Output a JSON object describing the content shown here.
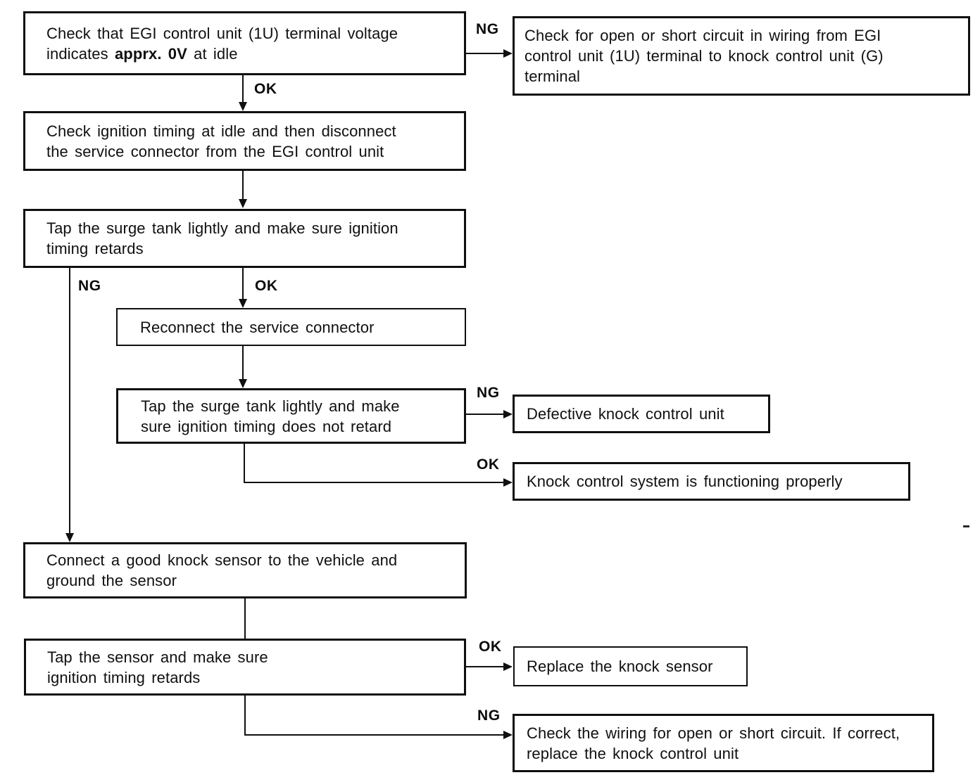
{
  "labels": {
    "ng": "NG",
    "ok": "OK"
  },
  "nodes": {
    "check_voltage": {
      "line1": "Check that EGI control unit (1U) terminal voltage",
      "line2_pre": "indicates ",
      "line2_bold": "apprx. 0V",
      "line2_post": " at idle"
    },
    "check_wiring_egi": {
      "line1": "Check for open or short circuit in wiring from EGI",
      "line2": "control unit (1U) terminal to knock control unit (G)",
      "line3": "terminal"
    },
    "check_ignition_timing": {
      "line1": "Check ignition timing at idle and then disconnect",
      "line2": "the service connector from the EGI control unit"
    },
    "tap_surge_retards": {
      "line1": "Tap the surge tank lightly and make sure ignition",
      "line2": "timing retards"
    },
    "reconnect_service": {
      "line1": "Reconnect the service connector"
    },
    "tap_surge_not_retard": {
      "line1": "Tap the surge tank lightly and make",
      "line2": "sure ignition timing does not retard"
    },
    "defective_unit": {
      "line1": "Defective knock control unit"
    },
    "system_ok": {
      "line1": "Knock control system is functioning properly"
    },
    "connect_good_sensor": {
      "line1": "Connect a good knock sensor to the vehicle and",
      "line2": "ground the sensor"
    },
    "tap_sensor_retards": {
      "line1": "Tap the sensor and make sure",
      "line2": "ignition timing retards"
    },
    "replace_sensor": {
      "line1": "Replace the knock sensor"
    },
    "check_wiring_replace_unit": {
      "line1": "Check the wiring for open or short circuit. If correct,",
      "line2": "replace the knock control unit"
    }
  }
}
